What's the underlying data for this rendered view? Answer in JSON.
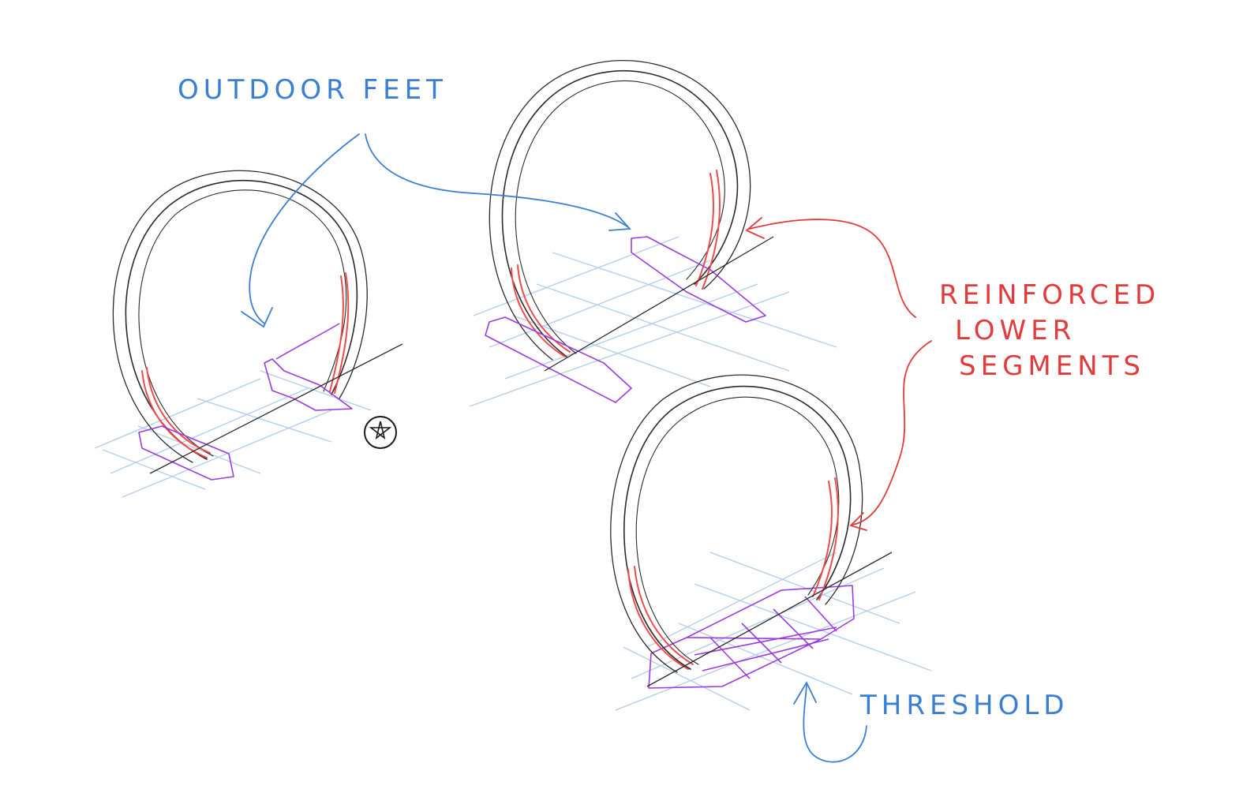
{
  "colors": {
    "pencil": "#2b2b2b",
    "grid": "#a9c6ea",
    "reinforce": "#ef4b4b",
    "feet": "#9b3be0",
    "annotation_blue": "#3b7fd4",
    "annotation_red": "#e23b3b"
  },
  "labels": {
    "outdoor_feet": "OUTDOOR FEET",
    "reinforced_line1": "REINFORCED",
    "reinforced_line2": "LOWER",
    "reinforced_line3": "SEGMENTS",
    "threshold": "THRESHOLD"
  },
  "icons": {
    "marker": "star-in-circle-icon"
  }
}
